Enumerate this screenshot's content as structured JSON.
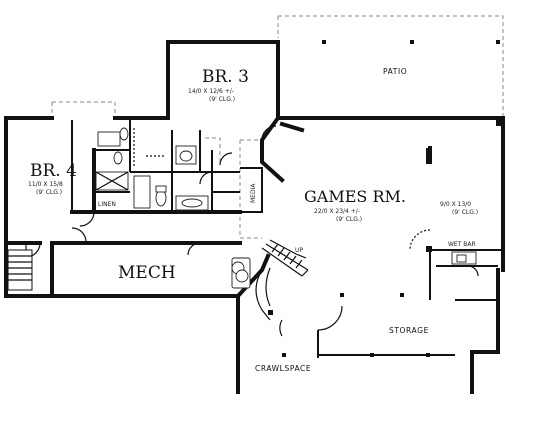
{
  "rooms": {
    "br4": {
      "name": "BR. 4",
      "dims": "11/0 X 15/8",
      "clg": "(9' CLG.)"
    },
    "br3": {
      "name": "BR. 3",
      "dims": "14/0 X 12/6 +/-",
      "clg": "(9' CLG.)"
    },
    "games": {
      "name": "GAMES RM.",
      "dims": "22/0 X 23/4 +/-",
      "clg": "(9' CLG.)"
    },
    "nook": {
      "dims": "9/0 X 13/0",
      "clg": "(9' CLG.)"
    },
    "mech": {
      "name": "MECH"
    },
    "patio": {
      "name": "PATIO"
    },
    "storage": {
      "name": "STORAGE"
    },
    "crawlspace": {
      "name": "CRAWLSPACE"
    },
    "linen": {
      "name": "LINEN"
    },
    "media": {
      "name": "MEDIA"
    },
    "wetbar": {
      "name": "WET BAR"
    },
    "stairs": {
      "up_label": "UP"
    }
  }
}
